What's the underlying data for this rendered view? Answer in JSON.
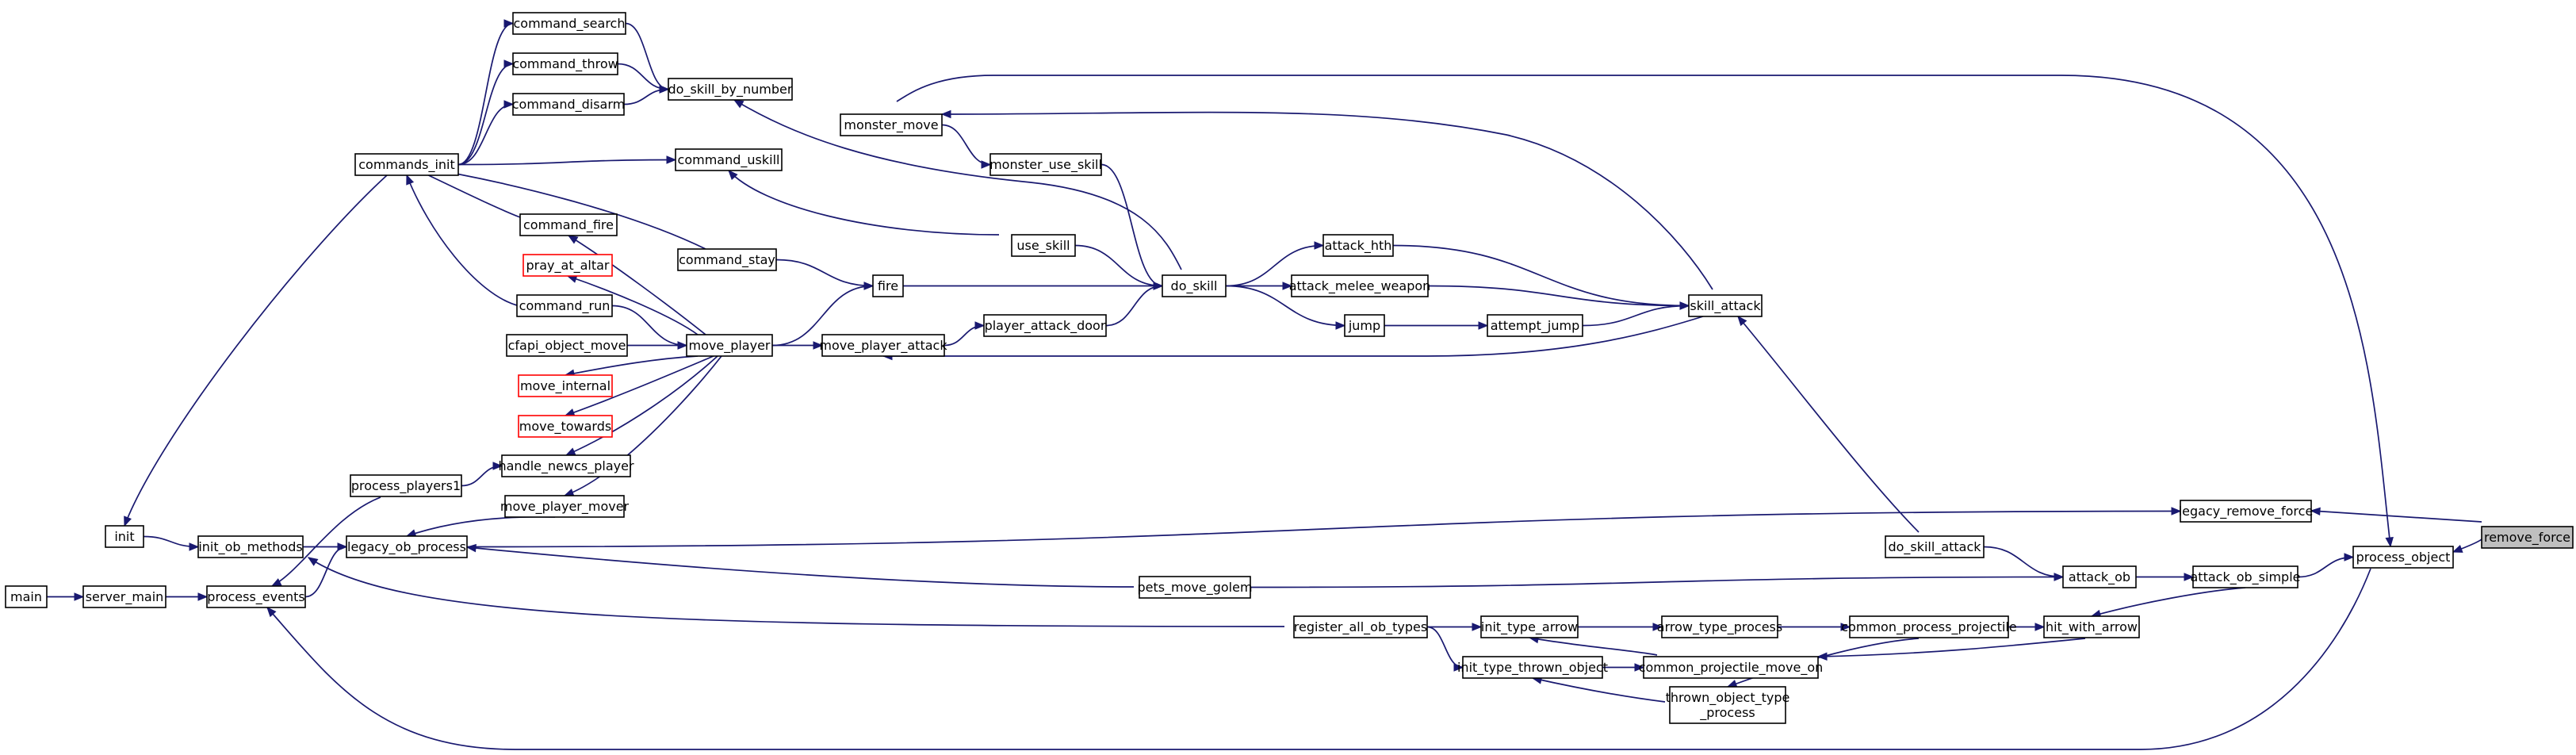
{
  "graph": {
    "edge_color": "#191970",
    "root_fill": "#bfbfbf",
    "missing_border_color": "#ff0000",
    "nodes": [
      {
        "id": "remove_force",
        "label": "remove_force",
        "root": true
      },
      {
        "id": "legacy_remove_force",
        "label": "legacy_remove_force"
      },
      {
        "id": "process_object",
        "label": "process_object"
      },
      {
        "id": "legacy_ob_process",
        "label": "legacy_ob_process"
      },
      {
        "id": "init_ob_methods",
        "label": "init_ob_methods"
      },
      {
        "id": "init",
        "label": "init"
      },
      {
        "id": "commands_init",
        "label": "commands_init"
      },
      {
        "id": "command_search",
        "label": "command_search"
      },
      {
        "id": "command_throw",
        "label": "command_throw"
      },
      {
        "id": "command_disarm",
        "label": "command_disarm"
      },
      {
        "id": "do_skill_by_number",
        "label": "do_skill_by_number"
      },
      {
        "id": "command_uskill",
        "label": "command_uskill"
      },
      {
        "id": "command_fire",
        "label": "command_fire"
      },
      {
        "id": "pray_at_altar",
        "label": "pray_at_altar",
        "missing": true
      },
      {
        "id": "command_stay",
        "label": "command_stay"
      },
      {
        "id": "command_run",
        "label": "command_run"
      },
      {
        "id": "cfapi_object_move",
        "label": "cfapi_object_move"
      },
      {
        "id": "move_internal",
        "label": "move_internal",
        "missing": true
      },
      {
        "id": "move_towards",
        "label": "move_towards",
        "missing": true
      },
      {
        "id": "handle_newcs_player",
        "label": "handle_newcs_player"
      },
      {
        "id": "process_players1",
        "label": "process_players1"
      },
      {
        "id": "move_player_mover",
        "label": "move_player_mover"
      },
      {
        "id": "move_player",
        "label": "move_player"
      },
      {
        "id": "move_player_attack",
        "label": "move_player_attack"
      },
      {
        "id": "fire",
        "label": "fire"
      },
      {
        "id": "use_skill",
        "label": "use_skill"
      },
      {
        "id": "monster_move",
        "label": "monster_move"
      },
      {
        "id": "monster_use_skill",
        "label": "monster_use_skill"
      },
      {
        "id": "player_attack_door",
        "label": "player_attack_door"
      },
      {
        "id": "do_skill",
        "label": "do_skill"
      },
      {
        "id": "attack_hth",
        "label": "attack_hth"
      },
      {
        "id": "attack_melee_weapon",
        "label": "attack_melee_weapon"
      },
      {
        "id": "jump",
        "label": "jump"
      },
      {
        "id": "attempt_jump",
        "label": "attempt_jump"
      },
      {
        "id": "skill_attack",
        "label": "skill_attack"
      },
      {
        "id": "do_skill_attack",
        "label": "do_skill_attack"
      },
      {
        "id": "attack_ob",
        "label": "attack_ob"
      },
      {
        "id": "attack_ob_simple",
        "label": "attack_ob_simple"
      },
      {
        "id": "pets_move_golem",
        "label": "pets_move_golem"
      },
      {
        "id": "main",
        "label": "main"
      },
      {
        "id": "server_main",
        "label": "server_main"
      },
      {
        "id": "process_events",
        "label": "process_events"
      },
      {
        "id": "register_all_ob_types",
        "label": "register_all_ob_types"
      },
      {
        "id": "init_type_arrow",
        "label": "init_type_arrow"
      },
      {
        "id": "arrow_type_process",
        "label": "arrow_type_process"
      },
      {
        "id": "common_process_projectile",
        "label": "common_process_projectile"
      },
      {
        "id": "hit_with_arrow",
        "label": "hit_with_arrow"
      },
      {
        "id": "init_type_thrown_object",
        "label": "init_type_thrown_object"
      },
      {
        "id": "common_projectile_move_on",
        "label": "common_projectile_move_on"
      },
      {
        "id": "thrown_object_type_process",
        "label": "thrown_object_type\n_process"
      }
    ],
    "edges": [
      [
        "legacy_remove_force",
        "remove_force"
      ],
      [
        "process_object",
        "remove_force"
      ],
      [
        "legacy_ob_process",
        "legacy_remove_force"
      ],
      [
        "init_ob_methods",
        "legacy_ob_process"
      ],
      [
        "init",
        "init_ob_methods"
      ],
      [
        "init",
        "commands_init"
      ],
      [
        "commands_init",
        "command_search"
      ],
      [
        "commands_init",
        "command_throw"
      ],
      [
        "commands_init",
        "command_disarm"
      ],
      [
        "commands_init",
        "command_uskill"
      ],
      [
        "commands_init",
        "command_fire"
      ],
      [
        "commands_init",
        "command_stay"
      ],
      [
        "commands_init",
        "command_run"
      ],
      [
        "command_search",
        "do_skill_by_number"
      ],
      [
        "command_throw",
        "do_skill_by_number"
      ],
      [
        "command_disarm",
        "do_skill_by_number"
      ],
      [
        "do_skill_by_number",
        "do_skill"
      ],
      [
        "command_uskill",
        "use_skill"
      ],
      [
        "use_skill",
        "do_skill"
      ],
      [
        "command_fire",
        "move_player"
      ],
      [
        "pray_at_altar",
        "move_player"
      ],
      [
        "command_run",
        "move_player"
      ],
      [
        "cfapi_object_move",
        "move_player"
      ],
      [
        "move_internal",
        "move_player"
      ],
      [
        "move_towards",
        "move_player"
      ],
      [
        "handle_newcs_player",
        "move_player"
      ],
      [
        "move_player_mover",
        "move_player"
      ],
      [
        "process_players1",
        "handle_newcs_player"
      ],
      [
        "legacy_ob_process",
        "move_player_mover"
      ],
      [
        "command_stay",
        "fire"
      ],
      [
        "move_player",
        "fire"
      ],
      [
        "move_player",
        "move_player_attack"
      ],
      [
        "fire",
        "do_skill"
      ],
      [
        "move_player_attack",
        "player_attack_door"
      ],
      [
        "move_player_attack",
        "skill_attack"
      ],
      [
        "player_attack_door",
        "do_skill"
      ],
      [
        "monster_move",
        "monster_use_skill"
      ],
      [
        "monster_use_skill",
        "do_skill"
      ],
      [
        "monster_move",
        "skill_attack"
      ],
      [
        "process_object",
        "monster_move"
      ],
      [
        "do_skill",
        "attack_hth"
      ],
      [
        "do_skill",
        "attack_melee_weapon"
      ],
      [
        "do_skill",
        "jump"
      ],
      [
        "jump",
        "attempt_jump"
      ],
      [
        "attack_hth",
        "skill_attack"
      ],
      [
        "attack_melee_weapon",
        "skill_attack"
      ],
      [
        "attempt_jump",
        "skill_attack"
      ],
      [
        "skill_attack",
        "do_skill_attack"
      ],
      [
        "do_skill_attack",
        "attack_ob"
      ],
      [
        "pets_move_golem",
        "attack_ob"
      ],
      [
        "legacy_ob_process",
        "pets_move_golem"
      ],
      [
        "attack_ob",
        "attack_ob_simple"
      ],
      [
        "attack_ob_simple",
        "process_object"
      ],
      [
        "hit_with_arrow",
        "attack_ob_simple"
      ],
      [
        "main",
        "server_main"
      ],
      [
        "server_main",
        "process_events"
      ],
      [
        "process_events",
        "process_players1"
      ],
      [
        "process_events",
        "legacy_ob_process"
      ],
      [
        "process_events",
        "process_object"
      ],
      [
        "init_ob_methods",
        "register_all_ob_types"
      ],
      [
        "register_all_ob_types",
        "init_type_arrow"
      ],
      [
        "register_all_ob_types",
        "init_type_thrown_object"
      ],
      [
        "init_type_arrow",
        "arrow_type_process"
      ],
      [
        "init_type_arrow",
        "common_projectile_move_on"
      ],
      [
        "init_type_thrown_object",
        "common_projectile_move_on"
      ],
      [
        "init_type_thrown_object",
        "thrown_object_type_process"
      ],
      [
        "arrow_type_process",
        "common_process_projectile"
      ],
      [
        "thrown_object_type_process",
        "common_process_projectile"
      ],
      [
        "common_process_projectile",
        "hit_with_arrow"
      ],
      [
        "common_projectile_move_on",
        "hit_with_arrow"
      ]
    ]
  }
}
